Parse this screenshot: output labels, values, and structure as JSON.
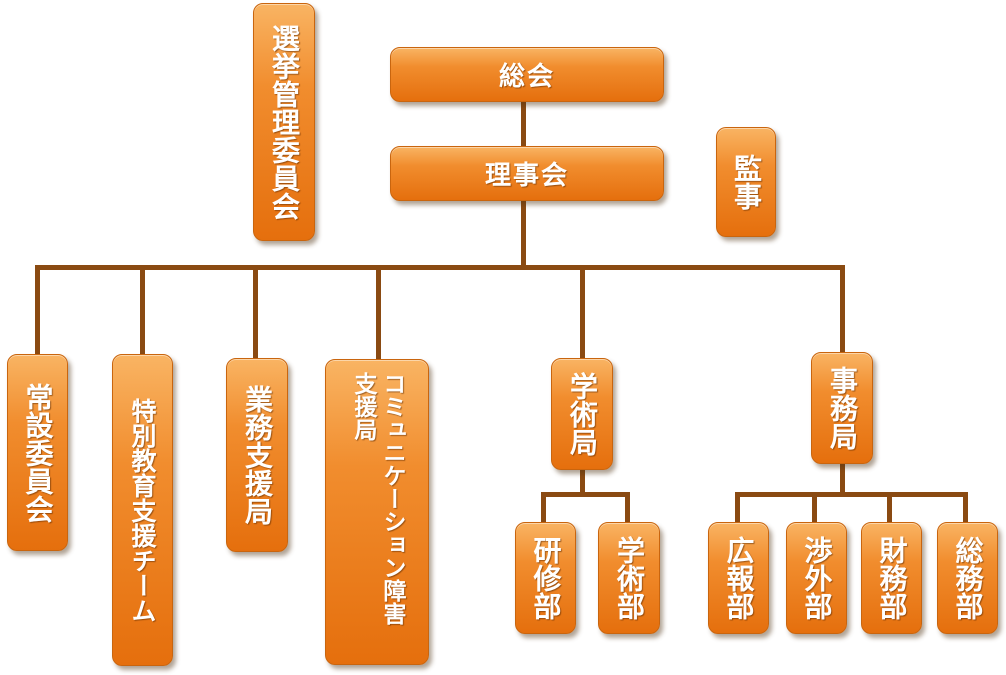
{
  "org_chart": {
    "general_assembly": "総会",
    "board": "理事会",
    "election_committee": "選挙管理委員会",
    "auditor": "監事",
    "standing_committee": "常設委員会",
    "special_education_team": "特別教育支援チーム",
    "business_support_bureau": "業務支援局",
    "communication_support_bureau": {
      "line1": "コミュニケーション障害",
      "line2": "支援局"
    },
    "academic_bureau": "学術局",
    "training_department": "研修部",
    "academic_department": "学術部",
    "secretariat": "事務局",
    "pr_department": "広報部",
    "external_affairs_department": "渉外部",
    "finance_department": "財務部",
    "general_affairs_department": "総務部"
  },
  "colors": {
    "box_top": "#f9b463",
    "box_bottom": "#e56f0d",
    "connector": "#8a4a12",
    "text": "#ffffff"
  }
}
